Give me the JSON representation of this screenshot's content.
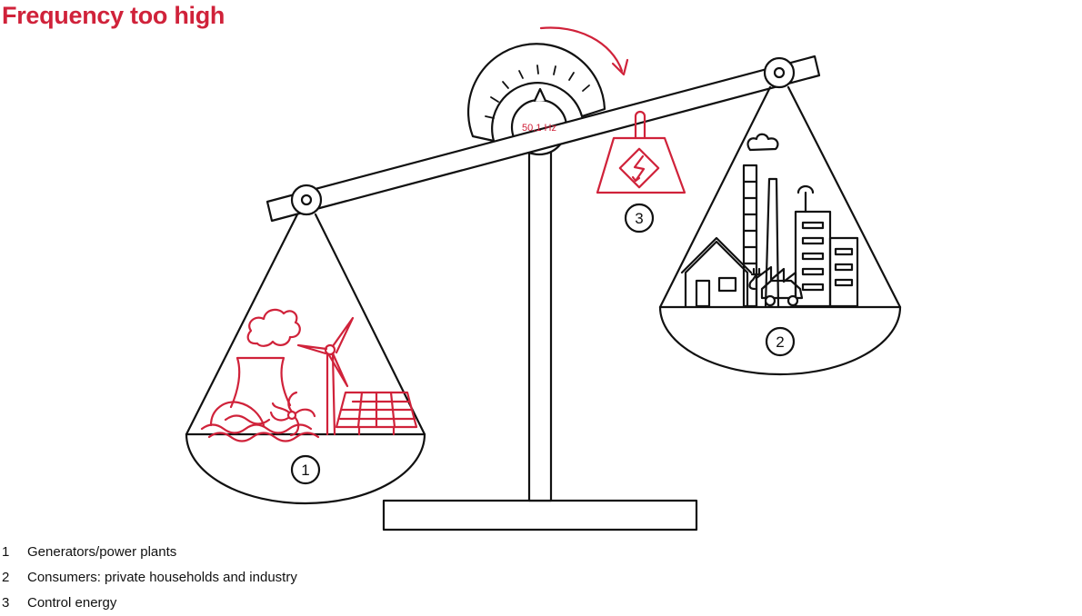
{
  "title": "Frequency too high",
  "gauge": {
    "reading": "50,1 Hz"
  },
  "markers": {
    "generators": "1",
    "consumers": "2",
    "control": "3"
  },
  "legend": [
    {
      "num": "1",
      "label": "Generators/power plants"
    },
    {
      "num": "2",
      "label": "Consumers: private households and industry"
    },
    {
      "num": "3",
      "label": "Control energy"
    }
  ],
  "colors": {
    "accent": "#d0223a",
    "ink": "#111111"
  },
  "icons": [
    "power-plant-icon",
    "cooling-tower-icon",
    "wind-turbine-icon",
    "solar-panel-icon",
    "water-turbine-icon",
    "factory-icon",
    "house-icon",
    "office-building-icon",
    "electric-car-icon",
    "weight-icon",
    "lightning-icon"
  ]
}
